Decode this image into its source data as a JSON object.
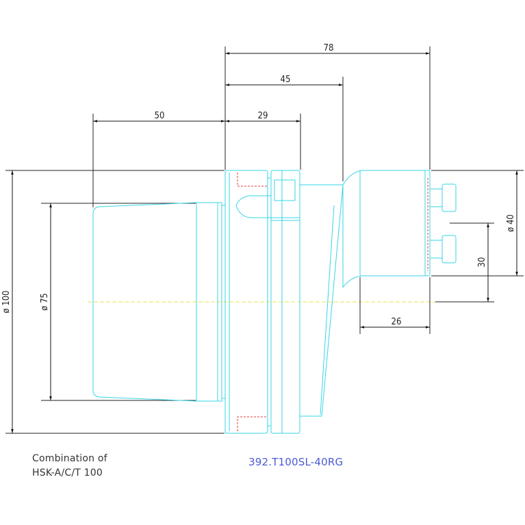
{
  "dimensions": {
    "len_78": "78",
    "len_45": "45",
    "len_50": "50",
    "len_29": "29",
    "len_26": "26",
    "len_30": "30",
    "dia_100": "ø 100",
    "dia_75": "ø 75",
    "dia_40": "ø 40"
  },
  "notes": {
    "combination_line1": "Combination of",
    "combination_line2": "HSK-A/C/T 100",
    "part_number": "392.T100SL-40RG"
  },
  "colors": {
    "outline": "#36d6e6",
    "dimension": "#111111",
    "centerline": "#e6e64a",
    "hidden": "#e43a3a",
    "part_number": "#4a5ad6"
  }
}
